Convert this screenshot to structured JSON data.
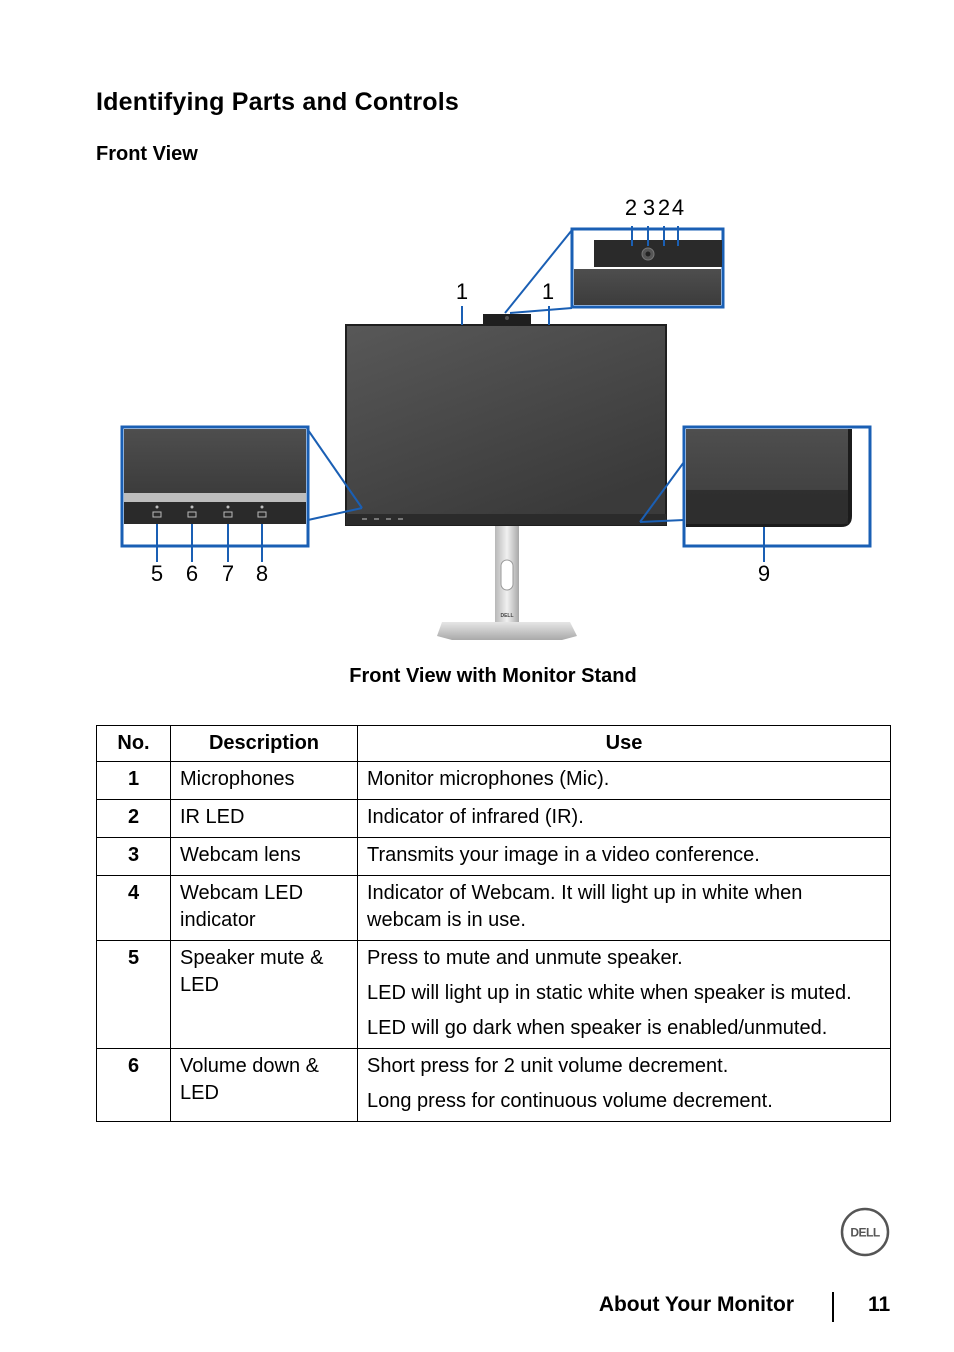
{
  "heading": "Identifying Parts and Controls",
  "subheading": "Front View",
  "figure": {
    "caption": "Front View with Monitor Stand",
    "callouts": {
      "webcam_top": [
        "2",
        "3",
        "2",
        "4"
      ],
      "mic_left": "1",
      "mic_right": "1",
      "buttons": [
        "5",
        "6",
        "7",
        "8"
      ],
      "right_detail": "9"
    },
    "stand_logo": "DELL",
    "accent_color": "#1a5fb4"
  },
  "table": {
    "headers": [
      "No.",
      "Description",
      "Use"
    ],
    "rows": [
      {
        "no": "1",
        "desc": "Microphones",
        "use": [
          "Monitor microphones (Mic)."
        ]
      },
      {
        "no": "2",
        "desc": "IR LED",
        "use": [
          "Indicator of infrared (IR)."
        ]
      },
      {
        "no": "3",
        "desc": "Webcam lens",
        "use": [
          "Transmits your image in a video conference."
        ]
      },
      {
        "no": "4",
        "desc": "Webcam LED indicator",
        "use": [
          "Indicator of Webcam. It will light up in white when webcam is in use."
        ]
      },
      {
        "no": "5",
        "desc": "Speaker mute & LED",
        "use": [
          "Press to mute and unmute speaker.",
          "LED will light up in static white when speaker is muted.",
          "LED will go dark when speaker is enabled/unmuted."
        ]
      },
      {
        "no": "6",
        "desc": "Volume down & LED",
        "use": [
          "Short press for 2 unit volume decrement.",
          "Long press for continuous volume decrement."
        ]
      }
    ]
  },
  "footer": {
    "logo_text": "DELL",
    "section": "About Your Monitor",
    "page": "11"
  }
}
